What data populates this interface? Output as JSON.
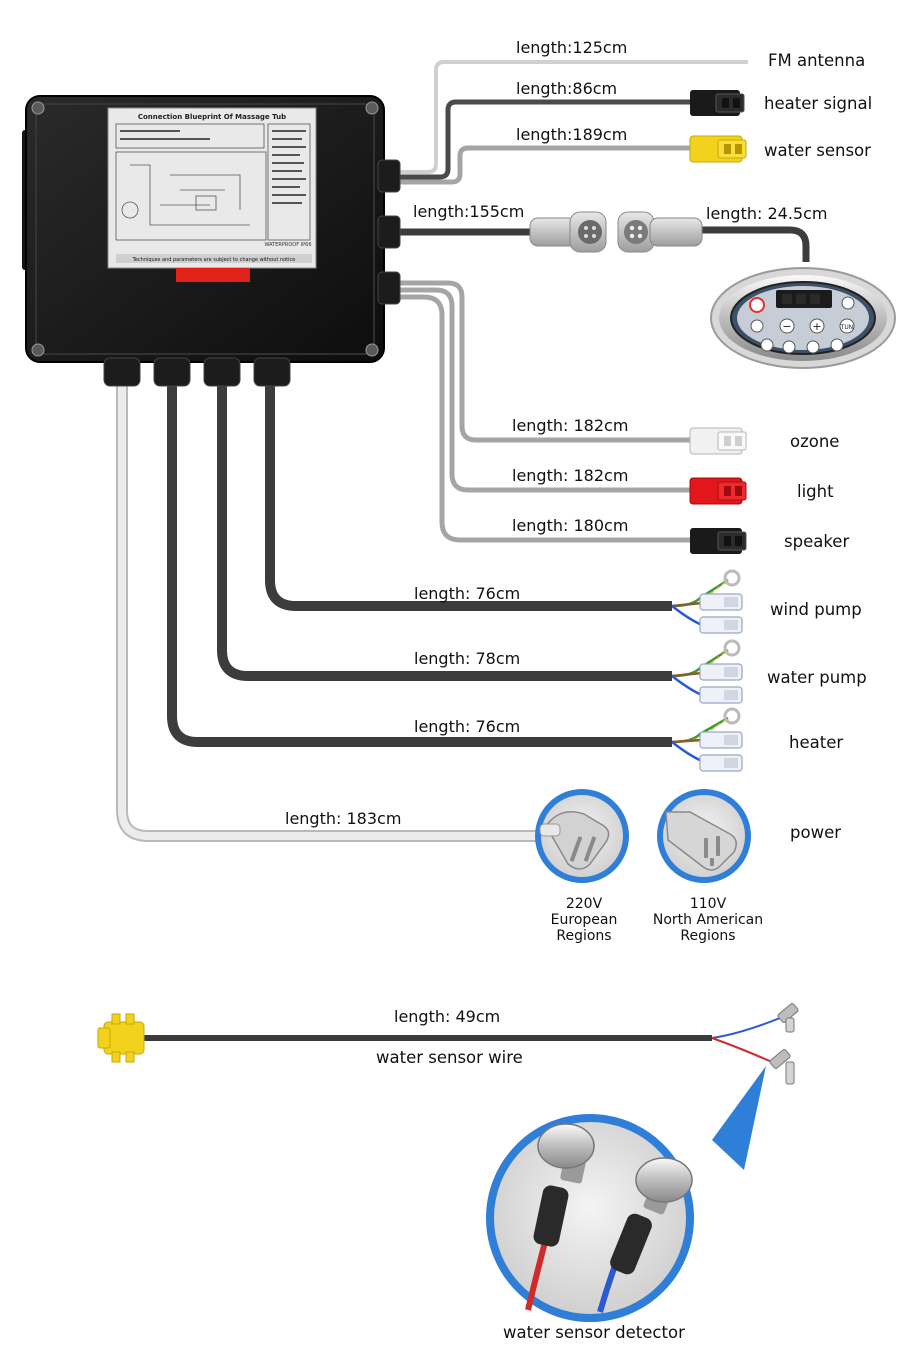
{
  "control_box": {
    "sticker_title": "Connection Blueprint Of Massage Tub",
    "sticker_note": "Techniques and parameters are subject to change without notice",
    "waterproof": "WATERPROOF  IP66"
  },
  "top_cables": [
    {
      "length": "length:125cm",
      "name": "FM antenna"
    },
    {
      "length": "length:86cm",
      "name": "heater signal"
    },
    {
      "length": "length:189cm",
      "name": "water sensor"
    }
  ],
  "panel_cable": {
    "length_a": "length:155cm",
    "length_b": "length: 24.5cm",
    "panel_button": "TUN"
  },
  "side_cables": [
    {
      "length": "length: 182cm",
      "name": "ozone"
    },
    {
      "length": "length: 182cm",
      "name": "light"
    },
    {
      "length": "length: 180cm",
      "name": "speaker"
    }
  ],
  "pump_cables": [
    {
      "length": "length: 76cm",
      "name": "wind pump"
    },
    {
      "length": "length: 78cm",
      "name": "water pump"
    },
    {
      "length": "length: 76cm",
      "name": "heater"
    }
  ],
  "power": {
    "length": "length: 183cm",
    "name": "power",
    "eu": {
      "line1": "220V",
      "line2": "European",
      "line3": "Regions"
    },
    "us": {
      "line1": "110V",
      "line2": "North American",
      "line3": "Regions"
    }
  },
  "sensor_wire": {
    "length": "length: 49cm",
    "name": "water sensor wire",
    "detector": "water sensor detector"
  },
  "colors": {
    "cable_dark": "#3c3c3c",
    "cable_grey": "#9b9b9b",
    "cable_white": "#e4e4e4",
    "connector_yellow": "#f2d21c",
    "connector_red": "#e3161b",
    "accent_blue": "#2f7fd8"
  }
}
